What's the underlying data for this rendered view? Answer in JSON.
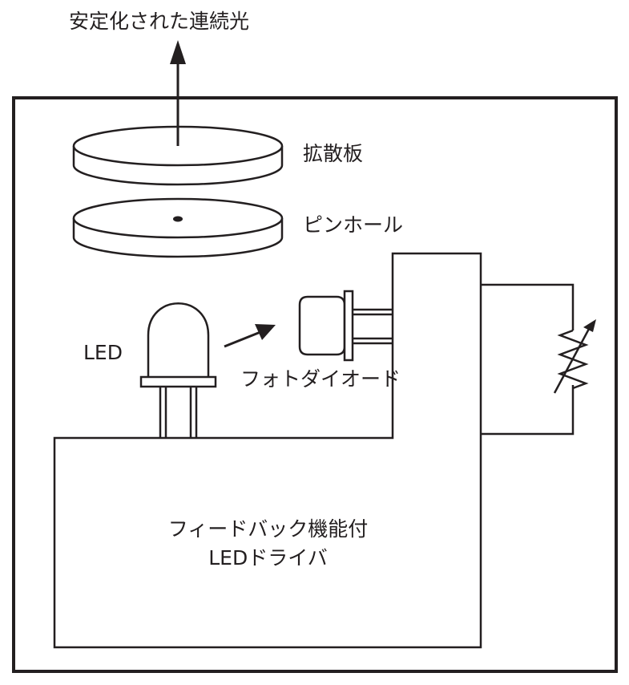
{
  "labels": {
    "output": "安定化された連続光",
    "diffuser": "拡散板",
    "pinhole": "ピンホール",
    "led": "LED",
    "photodiode": "フォトダイオード",
    "driver_line1": "フィードバック機能付",
    "driver_line2": "LEDドライバ"
  },
  "colors": {
    "ink": "#231f20",
    "background": "#ffffff"
  }
}
